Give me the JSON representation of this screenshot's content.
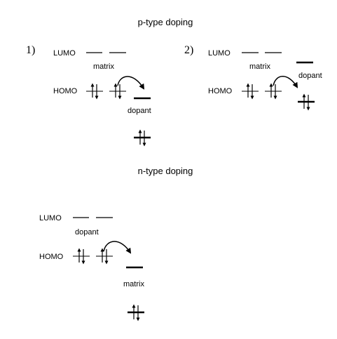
{
  "titles": {
    "p_type": "p-type doping",
    "n_type": "n-type doping"
  },
  "panel1": {
    "number": "1)",
    "lumo": "LUMO",
    "homo": "HOMO",
    "host_label": "matrix",
    "guest_label": "dopant"
  },
  "panel2": {
    "number": "2)",
    "lumo": "LUMO",
    "homo": "HOMO",
    "host_label": "matrix",
    "guest_label": "dopant"
  },
  "panel3": {
    "lumo": "LUMO",
    "homo": "HOMO",
    "host_label": "dopant",
    "guest_label": "matrix"
  },
  "colors": {
    "ink": "#000000",
    "background": "#ffffff"
  }
}
